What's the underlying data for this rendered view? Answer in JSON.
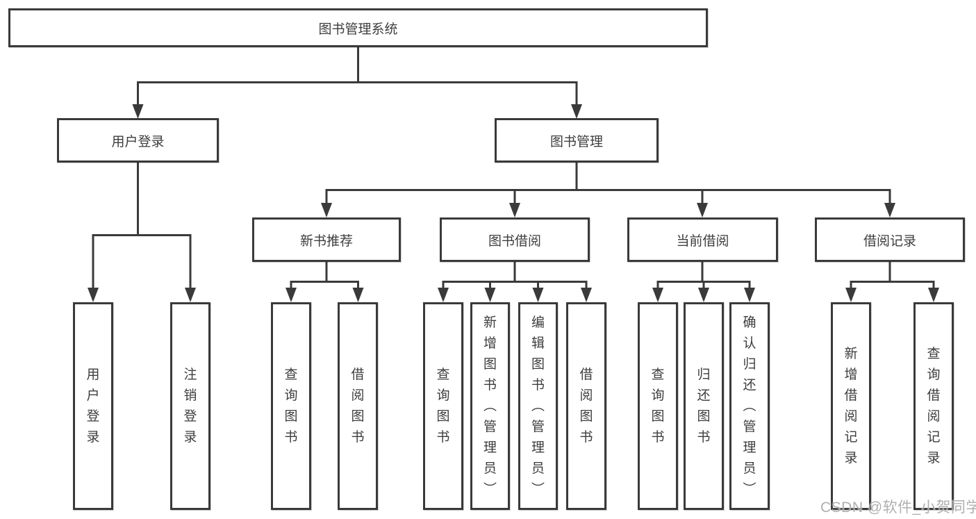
{
  "diagram": {
    "title": "图书管理系统",
    "branches": [
      {
        "label": "用户登录",
        "children": [
          {
            "label": "用户登录"
          },
          {
            "label": "注销登录"
          }
        ]
      },
      {
        "label": "图书管理",
        "children": [
          {
            "label": "新书推荐",
            "children": [
              {
                "label": "查询图书"
              },
              {
                "label": "借阅图书"
              }
            ]
          },
          {
            "label": "图书借阅",
            "children": [
              {
                "label": "查询图书"
              },
              {
                "label": "新增图书（管理员）"
              },
              {
                "label": "编辑图书（管理员）"
              },
              {
                "label": "借阅图书"
              }
            ]
          },
          {
            "label": "当前借阅",
            "children": [
              {
                "label": "查询图书"
              },
              {
                "label": "归还图书"
              },
              {
                "label": "确认归还（管理员）"
              }
            ]
          },
          {
            "label": "借阅记录",
            "children": [
              {
                "label": "新增借阅记录"
              },
              {
                "label": "查询借阅记录"
              }
            ]
          }
        ]
      }
    ]
  },
  "watermark": {
    "text": "CSDN @软件_小贺同学"
  },
  "colors": {
    "line": "#3a3a3a",
    "node_border": "#3a3a3a",
    "node_text": "#3d3d3d",
    "watermark": "#a8a8a8",
    "background": "#ffffff"
  }
}
